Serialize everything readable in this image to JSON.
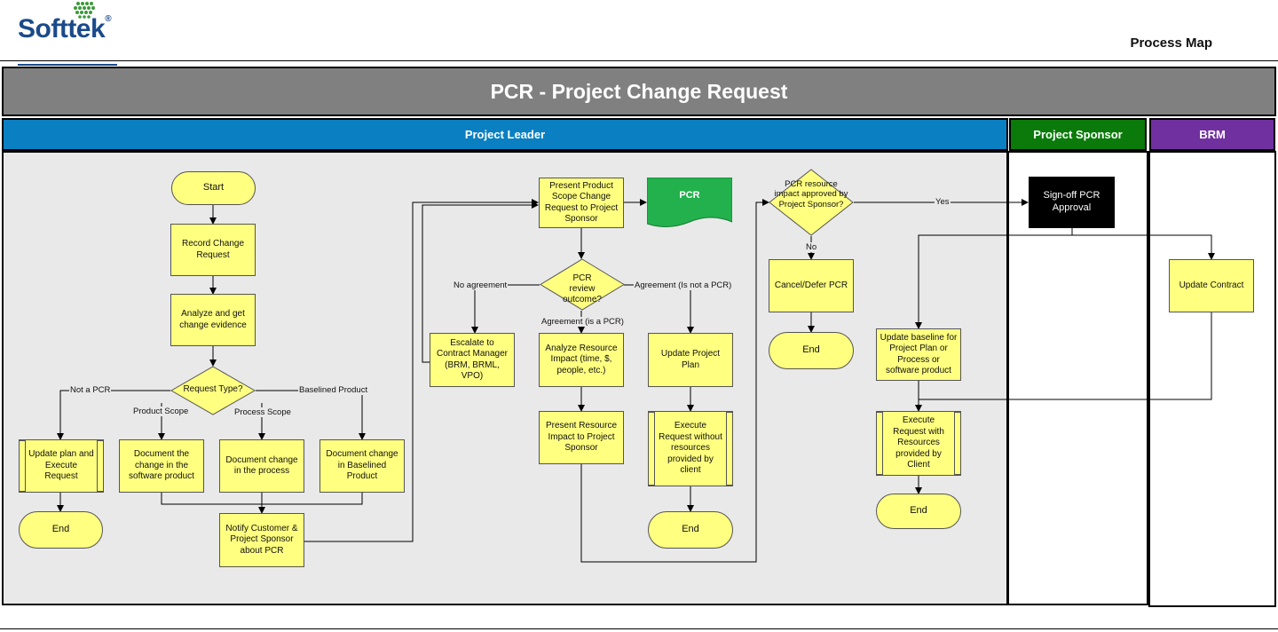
{
  "header": {
    "logo": "Softtek",
    "right_title": "Process Map"
  },
  "title": "PCR - Project Change Request",
  "lanes": {
    "project_leader": "Project Leader",
    "project_sponsor": "Project Sponsor",
    "brm": "BRM"
  },
  "colors": {
    "title_bar": "#808080",
    "project_leader": "#0a7fc2",
    "project_sponsor": "#0a7a0a",
    "brm": "#7030a0",
    "shape_fill": "#ffff80",
    "document": "#22b14c",
    "lane_bg": "#e9e9e9"
  },
  "nodes": {
    "start": "Start",
    "record": "Record Change Request",
    "analyze": "Analyze and get change evidence",
    "request_type": "Request Type?",
    "update_plan_exec": "Update plan and Execute Request",
    "end1": "End",
    "doc_software": "Document the change in the software product",
    "doc_process": "Document change in the process",
    "doc_baselined": "Document change in  Baselined Product",
    "notify": "Notify Customer & Project Sponsor about PCR",
    "present_scope": "Present Product Scope Change Request to Project Sponsor",
    "pcr_doc": "PCR",
    "pcr_review": "PCR review outcome?",
    "escalate": "Escalate to Contract Manager (BRM, BRML, VPO)",
    "analyze_resource": "Analyze Resource Impact (time, $, people, etc.)",
    "present_resource": "Present Resource Impact to Project Sponsor",
    "update_project_plan": "Update Project Plan",
    "execute_without": "Execute Request without resources provided by client",
    "end2": "End",
    "resource_approved": "PCR resource impact approved by Project Sponsor?",
    "cancel": "Cancel/Defer PCR",
    "end3": "End",
    "signoff": "Sign-off PCR Approval",
    "update_baseline": "Update baseline for Project Plan or Process or software product",
    "execute_with": "Execute Request with Resources provided by Client",
    "end4": "End",
    "update_contract": "Update Contract"
  },
  "edge_labels": {
    "not_pcr": "Not a PCR",
    "product_scope": "Product Scope",
    "process_scope": "Process Scope",
    "baselined_product": "Baselined Product",
    "no_agreement": "No agreement",
    "agreement_not_pcr": "Agreement (Is not a PCR)",
    "agreement_is_pcr": "Agreement (is a PCR)",
    "yes": "Yes",
    "no": "No"
  }
}
